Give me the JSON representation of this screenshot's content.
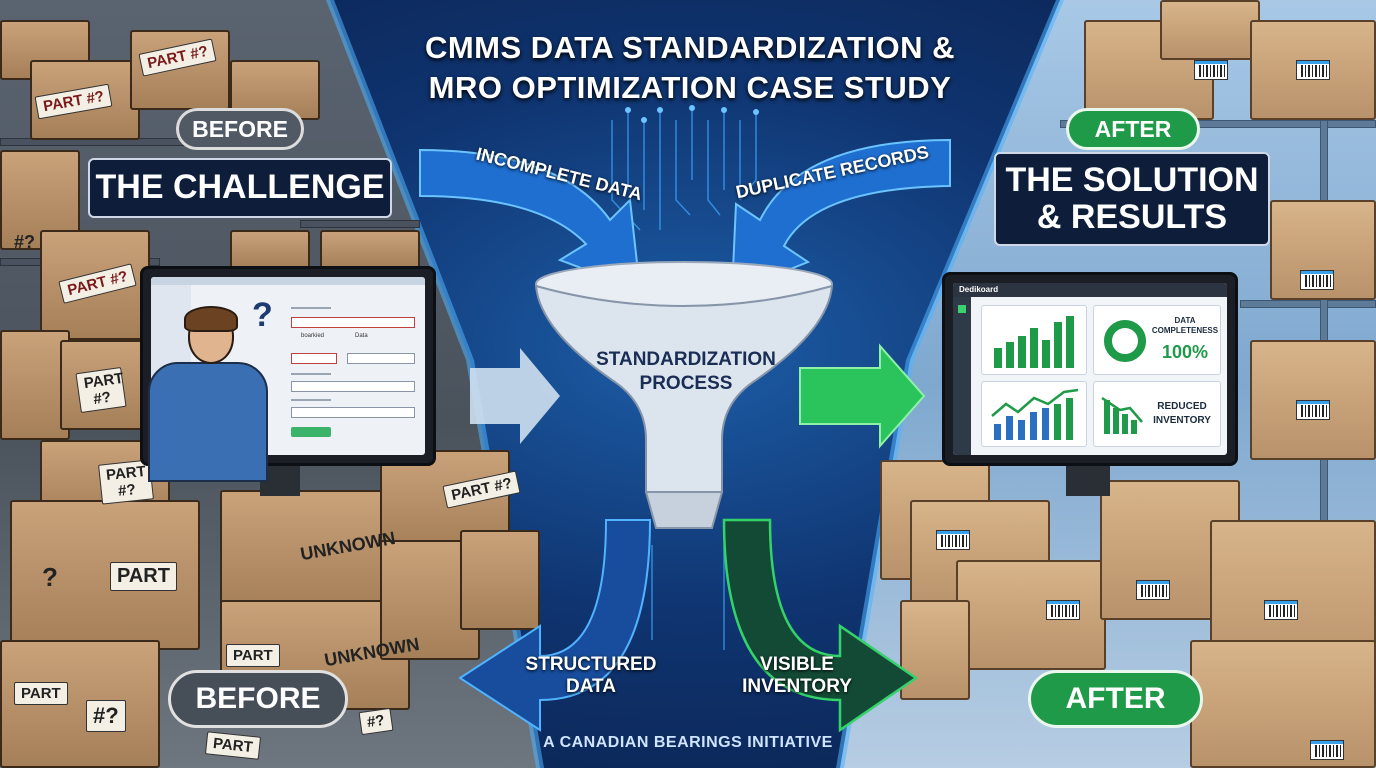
{
  "title": {
    "line1": "CMMS DATA STANDARDIZATION &",
    "line2": "MRO OPTIMIZATION CASE STUDY"
  },
  "left_panel": {
    "badge_top": "BEFORE",
    "headline": "THE CHALLENGE",
    "badge_bottom": "BEFORE",
    "box_tags": [
      "PART #?",
      "PART #?",
      "PART #?",
      "PART #?",
      "PART #?",
      "#?",
      "PART",
      "UNKNOWN",
      "UNKNOWN",
      "PART",
      "PART",
      "#?",
      "PART #?",
      "?",
      "#?",
      "PART"
    ],
    "form": {
      "label_a": "boarkied",
      "label_b": "Data"
    }
  },
  "center": {
    "input_left": "INCOMPLETE DATA",
    "input_right": "DUPLICATE RECORDS",
    "funnel_line1": "STANDARDIZATION",
    "funnel_line2": "PROCESS",
    "output_left_line1": "STRUCTURED",
    "output_left_line2": "DATA",
    "output_right_line1": "VISIBLE",
    "output_right_line2": "INVENTORY",
    "footer": "A CANADIAN BEARINGS INITIATIVE"
  },
  "right_panel": {
    "badge_top": "AFTER",
    "headline_line1": "THE SOLUTION",
    "headline_line2": "& RESULTS",
    "badge_bottom": "AFTER",
    "dashboard": {
      "title": "Dedikoard",
      "kpi_label_line1": "DATA",
      "kpi_label_line2": "COMPLETENESS",
      "kpi_value": "100%",
      "kpi_fraction": 1.0,
      "card4_line1": "REDUCED",
      "card4_line2": "INVENTORY"
    }
  },
  "colors": {
    "before_gray": "#515a64",
    "after_green": "#1f9a48",
    "center_blue": "#0f3470",
    "glow_cyan": "#4fb3ff",
    "glow_green": "#34d36a"
  }
}
